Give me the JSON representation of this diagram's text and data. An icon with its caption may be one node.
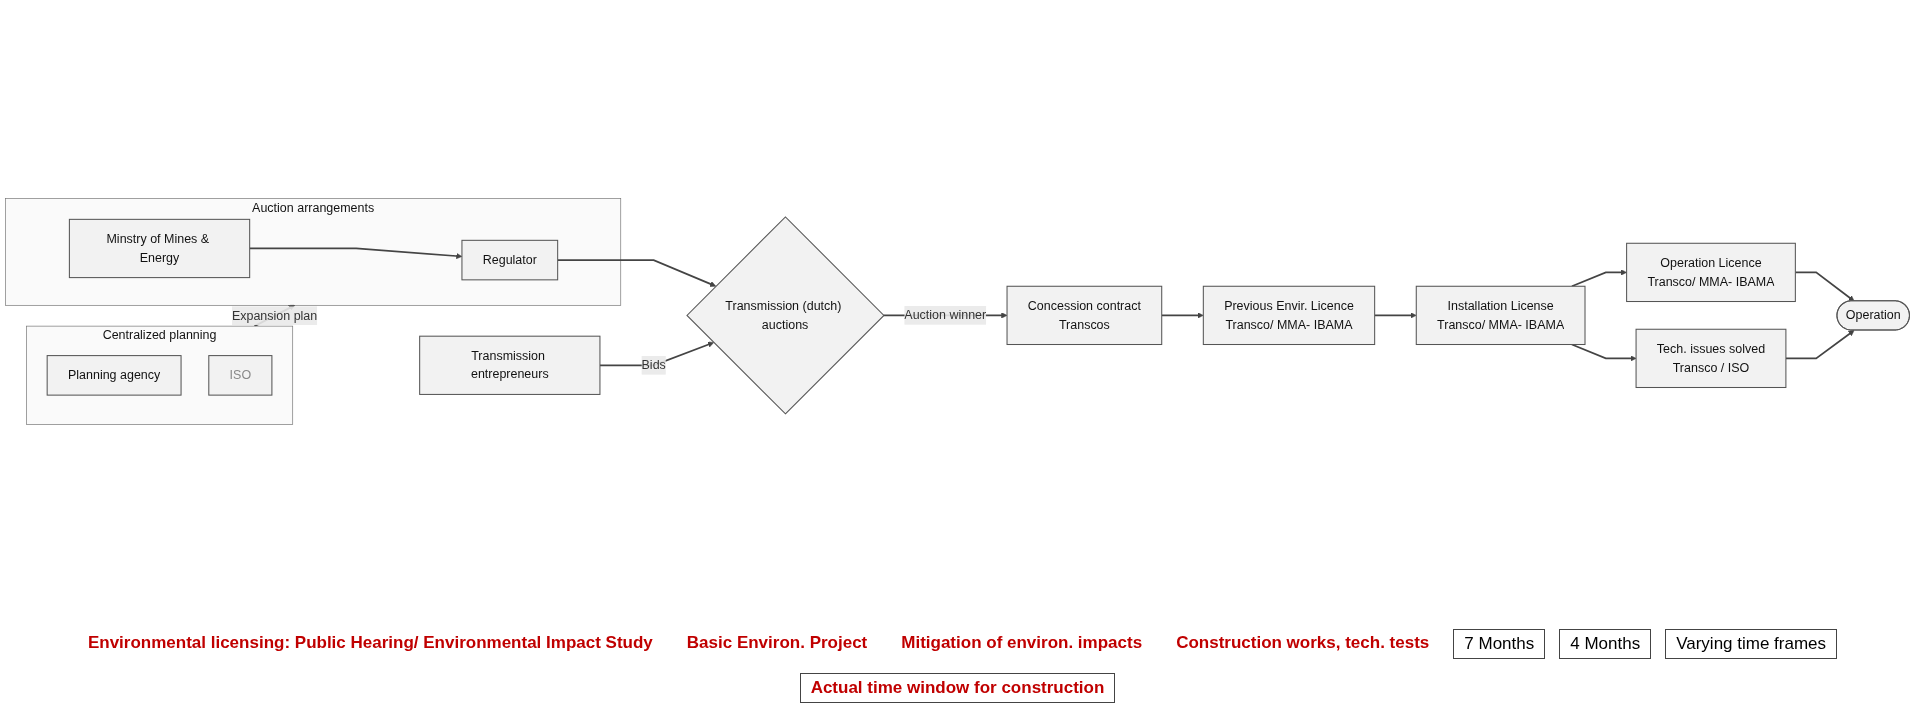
{
  "diagram": {
    "nodes": [
      {
        "text": [
          "Centralized planning"
        ]
      },
      {
        "text": [
          "Planning agency"
        ],
        "in": 0
      },
      {
        "text": [
          "ISO"
        ],
        "in": 0
      },
      {
        "text": [
          "Auction arrangements"
        ]
      },
      {
        "text": [
          "Regulator"
        ],
        "in": 3
      },
      {
        "text": [
          "Minstry of Mines & Energy"
        ],
        "in": 3
      },
      {
        "text": [
          "Transmission (dutch) auctions"
        ]
      },
      {
        "text": [
          "Transmission entrepreneurs"
        ]
      },
      {
        "text": [
          "Concession contract",
          "Transcos"
        ]
      },
      {
        "text": [
          "Previous Envir. Licence",
          "Transco/ MMA- IBAMA"
        ]
      },
      {
        "text": [
          "Installation License",
          "Transco/ MMA- IBAMA"
        ]
      },
      {
        "text": [
          "Operation Licence",
          "Transco/ MMA- IBAMA"
        ]
      },
      {
        "text": [
          "Tech. issues solved",
          "Transco / ISO"
        ]
      },
      {
        "text": [
          "Operation"
        ]
      }
    ],
    "edges": [
      {
        "from": 0,
        "to": 3,
        "arrow": "to",
        "label": "Expansion plan"
      },
      {
        "from": 5,
        "to": 4,
        "arrow": "to"
      },
      {
        "from": 4,
        "to": 6,
        "arrow": "to"
      },
      {
        "from": 7,
        "to": 6,
        "arrow": "to",
        "label": "Bids"
      },
      {
        "from": 6,
        "to": 8,
        "arrow": "to",
        "label": "Auction winner"
      },
      {
        "from": 8,
        "to": 9,
        "arrow": "to"
      },
      {
        "from": 9,
        "to": 10,
        "arrow": "to"
      },
      {
        "from": 10,
        "to": 11,
        "arrow": "to"
      },
      {
        "from": 10,
        "to": 12,
        "arrow": "to"
      },
      {
        "from": 11,
        "to": 13,
        "arrow": "to"
      },
      {
        "from": 12,
        "to": 13,
        "arrow": "to"
      }
    ],
    "labels": [
      "Environmental licensing: Public Hearing/ Environmental Impact Study",
      "Basic Environ. Project",
      "Mitigation of environ. impacts",
      "Construction works, tech. tests",
      "7 Months",
      "4 Months",
      "Varying time frames",
      "Actual time window for construction"
    ]
  }
}
